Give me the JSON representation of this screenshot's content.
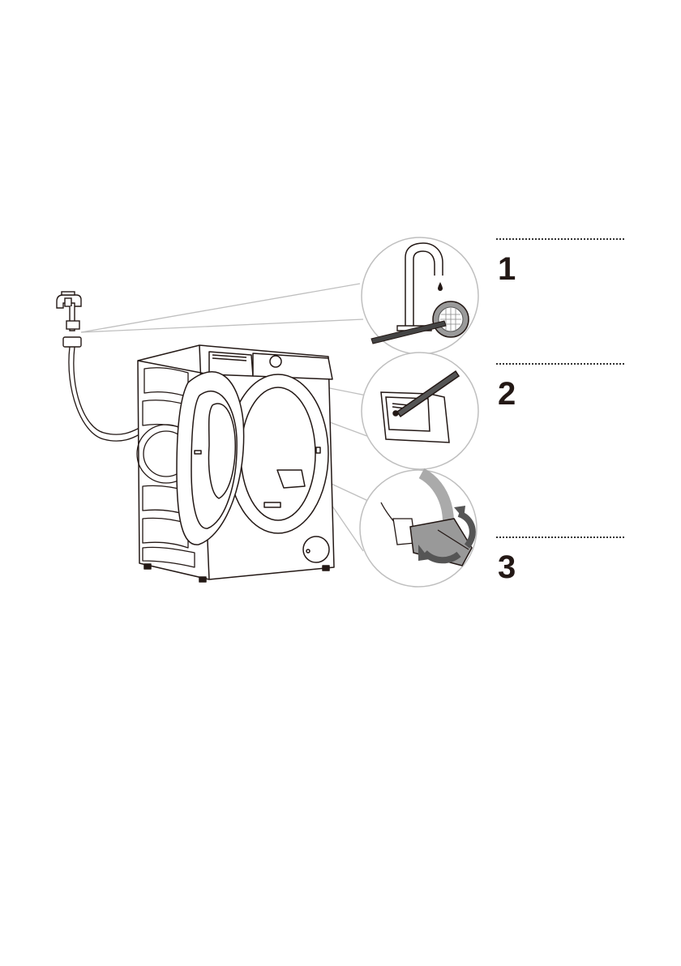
{
  "steps": [
    {
      "number": "1",
      "icon": "faucet-filter-brush-icon"
    },
    {
      "number": "2",
      "icon": "detergent-drawer-brush-icon"
    },
    {
      "number": "3",
      "icon": "drain-filter-turn-icon"
    }
  ],
  "colors": {
    "ink": "#231815",
    "line": "#333333",
    "callout-line": "#bbbbbb",
    "gray-fill": "#999999",
    "mesh": "#777777"
  }
}
